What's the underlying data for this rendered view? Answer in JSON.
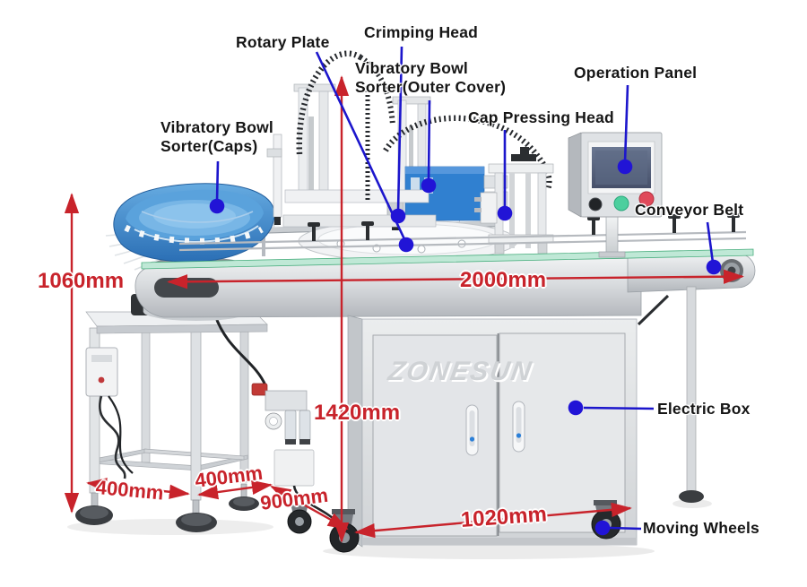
{
  "brand": {
    "logo": "ZONESUN"
  },
  "labels": {
    "rotary_plate": "Rotary Plate",
    "crimping_head": "Crimping Head",
    "vibratory_bowl_outer": {
      "line1": "Vibratory Bowl",
      "line2": "Sorter(Outer Cover)"
    },
    "operation_panel": "Operation Panel",
    "cap_pressing_head": "Cap Pressing Head",
    "vibratory_bowl_caps": {
      "line1": "Vibratory Bowl",
      "line2": "Sorter(Caps)"
    },
    "conveyor_belt": "Conveyor Belt",
    "electric_box": "Electric Box",
    "moving_wheels": "Moving Wheels"
  },
  "dimensions": {
    "overall_height": "1060mm",
    "conveyor_length": "2000mm",
    "machine_height": "1420mm",
    "stand_width": "400mm",
    "stand_depth": "400mm",
    "machine_depth": "900mm",
    "electric_box_width": "1020mm"
  },
  "colors": {
    "dimension_red": "#c8232b",
    "callout_blue": "#1c16cc",
    "bowl_blue": "#3e8ed2",
    "cover_box_blue": "#3080d0",
    "conveyor_glass_green": "#bfe8d6",
    "green_button": "#4ccf9e",
    "red_button": "#e0495a"
  }
}
